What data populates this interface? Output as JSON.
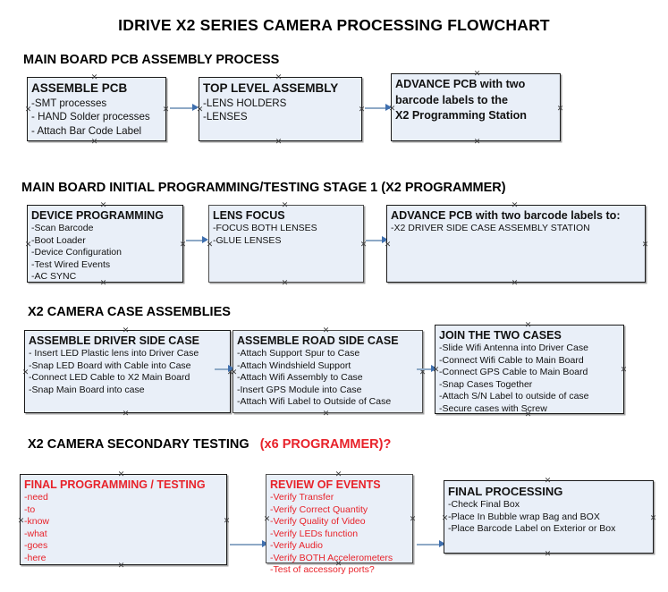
{
  "document": {
    "title": "IDRIVE X2  SERIES CAMERA PROCESSING FLOWCHART"
  },
  "sections": [
    {
      "id": "main-board-pcb-assembly",
      "heading": "MAIN BOARD PCB ASSEMBLY PROCESS",
      "heading_red": "",
      "nodes": [
        {
          "id": "assemble-pcb",
          "title": "ASSEMBLE PCB",
          "lines": [
            " -SMT processes",
            "- HAND Solder processes",
            "- Attach Bar Code Label"
          ]
        },
        {
          "id": "top-level-assembly",
          "title": "TOP LEVEL ASSEMBLY",
          "lines": [
            "-LENS HOLDERS",
            "-LENSES"
          ]
        },
        {
          "id": "advance-pcb-to-x2-programming-station",
          "title": "ADVANCE PCB with two",
          "lines": [
            "barcode labels to the",
            " X2 Programming Station"
          ]
        }
      ]
    },
    {
      "id": "main-board-initial-programming",
      "heading": "MAIN BOARD INITIAL PROGRAMMING/TESTING STAGE 1 (X2 PROGRAMMER)",
      "heading_red": "",
      "nodes": [
        {
          "id": "device-programming",
          "title": "DEVICE PROGRAMMING",
          "lines": [
            "-Scan Barcode",
            "-Boot Loader",
            "-Device Configuration",
            "-Test Wired Events",
            "-AC SYNC"
          ]
        },
        {
          "id": "lens-focus",
          "title": "LENS FOCUS",
          "lines": [
            "-FOCUS BOTH LENSES",
            "-GLUE LENSES"
          ]
        },
        {
          "id": "advance-pcb-to-driver-side-case-station",
          "title": "ADVANCE PCB with two barcode labels to:",
          "lines": [
            "-X2 DRIVER  SIDE  CASE  ASSEMBLY STATION"
          ]
        }
      ]
    },
    {
      "id": "x2-camera-case-assemblies",
      "heading": "X2 CAMERA CASE ASSEMBLIES",
      "heading_red": "",
      "nodes": [
        {
          "id": "assemble-driver-side-case",
          "title": "ASSEMBLE DRIVER SIDE CASE",
          "lines": [
            "- Insert LED Plastic lens into Driver Case",
            "-Snap LED Board with Cable into Case",
            "-Connect LED Cable to X2 Main Board",
            "-Snap Main Board into case"
          ]
        },
        {
          "id": "assemble-road-side-case",
          "title": "ASSEMBLE ROAD SIDE CASE",
          "lines": [
            "-Attach Support Spur to Case",
            "-Attach Windshield Support",
            "-Attach Wifi Assembly to Case",
            "-Insert GPS Module into Case",
            "-Attach Wifi Label to Outside of Case"
          ]
        },
        {
          "id": "join-the-two-cases",
          "title": "JOIN THE TWO CASES",
          "lines": [
            "-Slide Wifi Antenna into Driver Case",
            "-Connect Wifi Cable to Main Board",
            "-Connect GPS Cable to Main Board",
            "-Snap Cases Together",
            "-Attach S/N Label to outside of case",
            "-Secure cases with Screw"
          ]
        }
      ]
    },
    {
      "id": "x2-camera-secondary-testing",
      "heading": "X2 CAMERA SECONDARY TESTING",
      "heading_red": "(x6 PROGRAMMER)?",
      "nodes": [
        {
          "id": "final-programming-testing",
          "title": "FINAL PROGRAMMING / TESTING",
          "lines": [
            "-need",
            "-to",
            "-know",
            "-what",
            "-goes",
            "-here"
          ]
        },
        {
          "id": "review-of-events",
          "title": "REVIEW OF EVENTS",
          "lines": [
            "-Verify Transfer",
            "-Verify Correct Quantity",
            "-Verify Quality of Video",
            "-Verify LEDs function",
            "-Verify Audio",
            "-Verify BOTH Accelerometers",
            "-Test of accessory ports?"
          ]
        },
        {
          "id": "final-processing",
          "title": "FINAL PROCESSING",
          "lines": [
            " -Check Final Box",
            "-Place In Bubble wrap Bag and BOX",
            "-Place Barcode Label on Exterior or Box"
          ]
        }
      ]
    }
  ],
  "colors": {
    "node_fill": "#e9eff8",
    "node_border": "#1a1a1a",
    "connector": "#8ea9c6",
    "arrowhead": "#3f6fae",
    "red_text": "#e8222a",
    "text": "#111111"
  },
  "connectors": [
    {
      "id": "conn-assemble-pcb-to-top-level"
    },
    {
      "id": "conn-top-level-to-advance-pcb"
    },
    {
      "id": "conn-device-programming-to-lens-focus"
    },
    {
      "id": "conn-lens-focus-to-advance-pcb"
    },
    {
      "id": "conn-driver-case-to-road-case"
    },
    {
      "id": "conn-road-case-to-join-cases"
    },
    {
      "id": "conn-final-programming-to-review"
    },
    {
      "id": "conn-review-to-final-processing"
    }
  ]
}
